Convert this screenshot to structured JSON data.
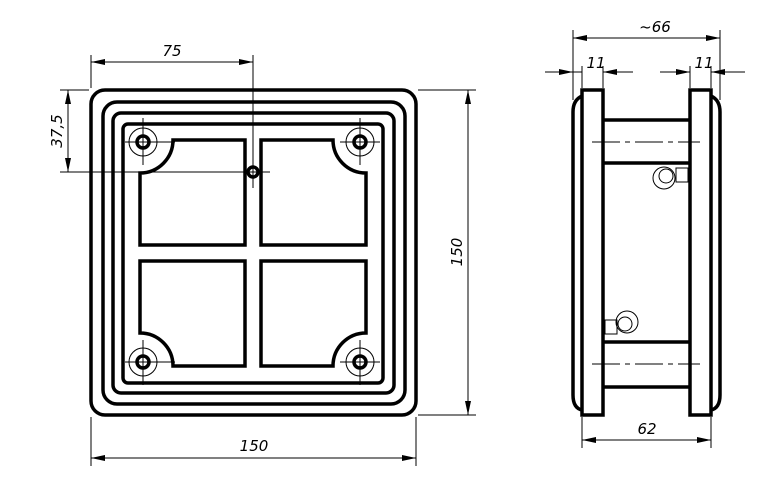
{
  "drawing": {
    "front_view": {
      "dim_width": "150",
      "dim_height": "150",
      "dim_hole_offset_x": "75",
      "dim_hole_offset_y": "37,5"
    },
    "side_view": {
      "dim_overall_depth": "~66",
      "dim_plate_left": "11",
      "dim_plate_right": "11",
      "dim_body_depth": "62"
    }
  }
}
